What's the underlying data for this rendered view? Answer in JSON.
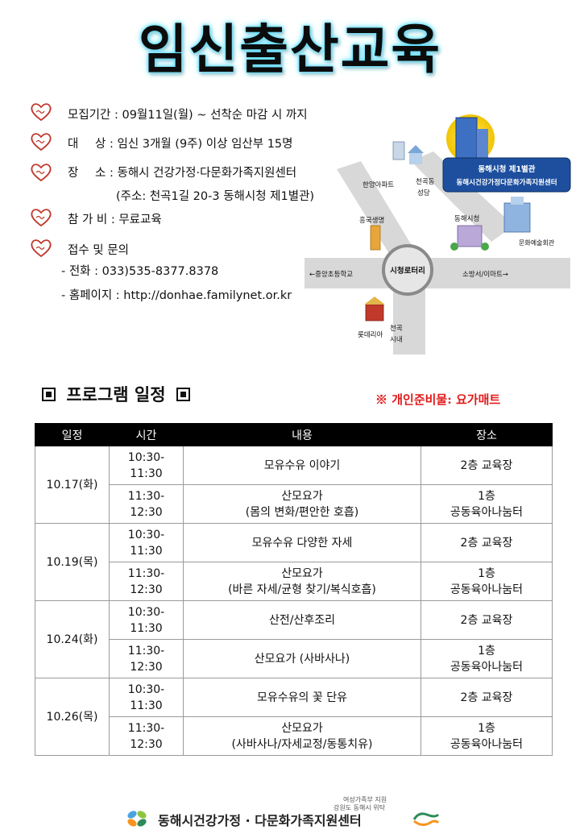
{
  "title": "임신출산교육",
  "info": {
    "recruit": "모집기간 : 09월11일(월) ~ 선착순 마감 시 까지",
    "target_label": "대 상",
    "target_value": ": 임신 3개월 (9주) 이상 임산부 15명",
    "place_label": "장 소",
    "place_value": ": 동해시 건강가정·다문화가족지원센터",
    "address": "(주소: 천곡1길 20-3 동해시청 제1별관)",
    "fee": "참 가 비 : 무료교육",
    "contact_title": "접수 및 문의",
    "phone": "- 전화 : 033)535-8377.8378",
    "homepage": "- 홈페이지 : http://donhae.familynet.or.kr"
  },
  "map": {
    "center_label": "시청로터리",
    "callout_line1": "동해시청 제1별관",
    "callout_line2": "동해시건강가정다문화가족지원센터",
    "labels": {
      "hanyang": "한양아파트",
      "church1": "천곡동",
      "church2": "성당",
      "heungkuk": "흥국생명",
      "cityhall": "동해시청",
      "culture": "문화예술회관",
      "left_arrow": "←중앙초등학교",
      "right_arrow": "소방서/이마트→",
      "lotteria": "롯데리아",
      "downtown1": "천곡",
      "downtown2": "시내"
    }
  },
  "section": {
    "title": "프로그램 일정",
    "prep_note": "※ 개인준비물: 요가매트"
  },
  "table": {
    "headers": [
      "일정",
      "시간",
      "내용",
      "장소"
    ],
    "days": [
      {
        "date": "10.17(화)",
        "sessions": [
          {
            "time1": "10:30-",
            "time2": "11:30",
            "content1": "모유수유 이야기",
            "content2": "",
            "place1": "2층 교육장",
            "place2": ""
          },
          {
            "time1": "11:30-",
            "time2": "12:30",
            "content1": "산모요가",
            "content2": "(몸의 변화/편안한 호흡)",
            "place1": "1층",
            "place2": "공동육아나눔터"
          }
        ]
      },
      {
        "date": "10.19(목)",
        "sessions": [
          {
            "time1": "10:30-",
            "time2": "11:30",
            "content1": "모유수유 다양한 자세",
            "content2": "",
            "place1": "2층 교육장",
            "place2": ""
          },
          {
            "time1": "11:30-",
            "time2": "12:30",
            "content1": "산모요가",
            "content2": "(바른 자세/균형 찾기/복식호흡)",
            "place1": "1층",
            "place2": "공동육아나눔터"
          }
        ]
      },
      {
        "date": "10.24(화)",
        "sessions": [
          {
            "time1": "10:30-",
            "time2": "11:30",
            "content1": "산전/산후조리",
            "content2": "",
            "place1": "2층 교육장",
            "place2": ""
          },
          {
            "time1": "11:30-",
            "time2": "12:30",
            "content1": "산모요가 (사바사나)",
            "content2": "",
            "place1": "1층",
            "place2": "공동육아나눔터"
          }
        ]
      },
      {
        "date": "10.26(목)",
        "sessions": [
          {
            "time1": "10:30-",
            "time2": "11:30",
            "content1": "모유수유의 꽃 단유",
            "content2": "",
            "place1": "2층 교육장",
            "place2": ""
          },
          {
            "time1": "11:30-",
            "time2": "12:30",
            "content1": "산모요가",
            "content2": "(사바사나/자세교정/동통치유)",
            "place1": "1층",
            "place2": "공동육아나눔터"
          }
        ]
      }
    ]
  },
  "footer": {
    "sponsor1": "여성가족부 지원",
    "sponsor2": "강원도 동해시 위탁",
    "org_name": "동해시건강가정 · 다문화가족지원센터"
  },
  "colors": {
    "title_glow": "#5fe0ff",
    "heart": "#c0392b",
    "header_bg": "#000000",
    "prep_red": "#e21a1a",
    "callout_blue": "#1d4f9e",
    "road_gray": "#d8d8d8"
  }
}
